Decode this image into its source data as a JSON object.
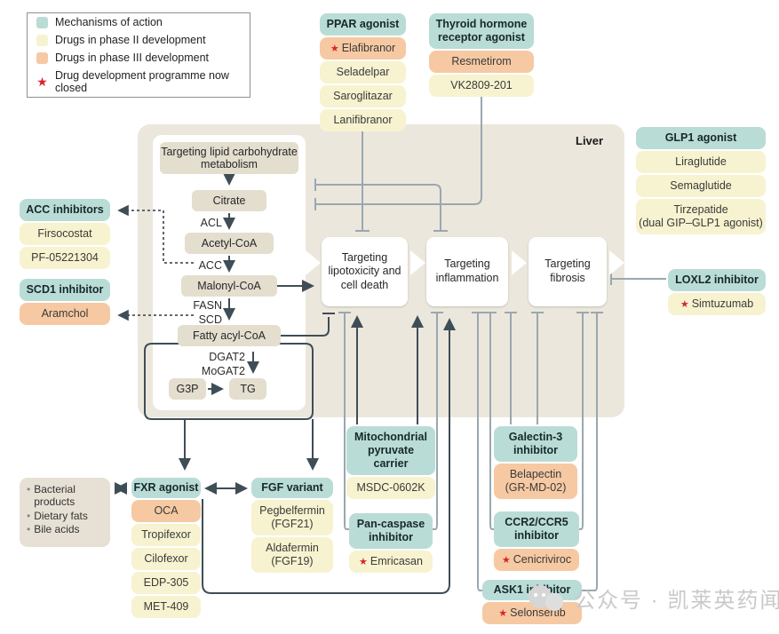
{
  "legend": {
    "items": [
      {
        "swatch": "teal",
        "label": "Mechanisms of action"
      },
      {
        "swatch": "yellow",
        "label": "Drugs in phase II development"
      },
      {
        "swatch": "peach",
        "label": "Drugs in phase III development"
      },
      {
        "swatch": "star",
        "label": "Drug development programme now closed"
      }
    ]
  },
  "icons": {
    "closed_star": "★",
    "bullet": "•"
  },
  "colors": {
    "mechanism_teal": "#badcd6",
    "phase2_yellow": "#f7f3d0",
    "phase3_peach": "#f6c9a3",
    "closed_star_red": "#d7262c",
    "liver_panel": "#ece7dc",
    "pathway_node": "#e4decf",
    "line_gray": "#9aa7b0",
    "line_dark": "#3f4d57"
  },
  "liver_label": "Liver",
  "groups": {
    "ppar": {
      "title": "PPAR agonist",
      "drugs": [
        {
          "name": "Elafibranor",
          "phase": "III",
          "closed": true
        },
        {
          "name": "Seladelpar",
          "phase": "II"
        },
        {
          "name": "Saroglitazar",
          "phase": "II"
        },
        {
          "name": "Lanifibranor",
          "phase": "II"
        }
      ]
    },
    "thyroid": {
      "title": "Thyroid hormone receptor agonist",
      "drugs": [
        {
          "name": "Resmetirom",
          "phase": "III"
        },
        {
          "name": "VK2809-201",
          "phase": "II"
        }
      ]
    },
    "glp1": {
      "title": "GLP1 agonist",
      "drugs": [
        {
          "name": "Liraglutide",
          "phase": "II"
        },
        {
          "name": "Semaglutide",
          "phase": "II"
        },
        {
          "name": "Tirzepatide",
          "note": "(dual GIP–GLP1 agonist)",
          "phase": "II"
        }
      ]
    },
    "loxl2": {
      "title": "LOXL2 inhibitor",
      "drugs": [
        {
          "name": "Simtuzumab",
          "phase": "II",
          "closed": true
        }
      ]
    },
    "acc": {
      "title": "ACC inhibitors",
      "drugs": [
        {
          "name": "Firsocostat",
          "phase": "II"
        },
        {
          "name": "PF-05221304",
          "phase": "II"
        }
      ]
    },
    "scd1": {
      "title": "SCD1 inhibitor",
      "drugs": [
        {
          "name": "Aramchol",
          "phase": "III"
        }
      ]
    },
    "mito": {
      "title": "Mitochondrial pyruvate carrier",
      "drugs": [
        {
          "name": "MSDC-0602K",
          "phase": "II"
        }
      ]
    },
    "pan_caspase": {
      "title": "Pan-caspase inhibitor",
      "drugs": [
        {
          "name": "Emricasan",
          "phase": "II",
          "closed": true
        }
      ]
    },
    "galectin3": {
      "title": "Galectin-3 inhibitor",
      "drugs": [
        {
          "name": "Belapectin",
          "note": "(GR-MD-02)",
          "phase": "III"
        }
      ]
    },
    "ccr2ccr5": {
      "title": "CCR2/CCR5 inhibitor",
      "drugs": [
        {
          "name": "Cenicriviroc",
          "phase": "III",
          "closed": true
        }
      ]
    },
    "ask1": {
      "title": "ASK1 inhibitor",
      "drugs": [
        {
          "name": "Selonsertib",
          "phase": "III",
          "closed": true
        }
      ]
    },
    "fxr": {
      "title": "FXR agonist",
      "drugs": [
        {
          "name": "OCA",
          "phase": "III"
        },
        {
          "name": "Tropifexor",
          "phase": "II"
        },
        {
          "name": "Cilofexor",
          "phase": "II"
        },
        {
          "name": "EDP-305",
          "phase": "II"
        },
        {
          "name": "MET-409",
          "phase": "II"
        }
      ]
    },
    "fgf": {
      "title": "FGF variant",
      "drugs": [
        {
          "name": "Pegbelfermin",
          "note": "(FGF21)",
          "phase": "II"
        },
        {
          "name": "Aldafermin",
          "note": "(FGF19)",
          "phase": "II"
        }
      ]
    }
  },
  "pathway": {
    "metabolism": "Targeting lipid carbohydrate metabolism",
    "citrate": "Citrate",
    "acl": "ACL",
    "acetyl_coa": "Acetyl-CoA",
    "acc": "ACC",
    "malonyl_coa": "Malonyl-CoA",
    "fasn": "FASN",
    "scd": "SCD",
    "fatty_acyl_coa": "Fatty acyl-CoA",
    "dgat2": "DGAT2",
    "mogat2": "MoGAT2",
    "g3p": "G3P",
    "tg": "TG"
  },
  "processes": {
    "lipotoxicity": "Targeting lipotoxicity and cell death",
    "inflammation": "Targeting inflammation",
    "fibrosis": "Targeting fibrosis"
  },
  "inputs": {
    "items": [
      "Bacterial products",
      "Dietary fats",
      "Bile acids"
    ]
  },
  "watermark": {
    "text": "公众号 · 凯莱英药闻"
  }
}
